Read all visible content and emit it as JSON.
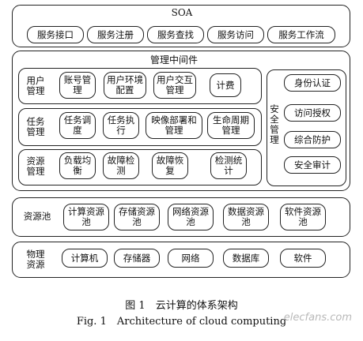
{
  "soa": {
    "title": "SOA",
    "items": [
      "服务接口",
      "服务注册",
      "服务查找",
      "服务访问",
      "服务工作流"
    ]
  },
  "mgmt": {
    "title": "管理中间件",
    "user": {
      "label": "用户管理",
      "items": [
        "账号管理",
        "用户环境配置",
        "用户交互管理",
        "计费"
      ]
    },
    "task": {
      "label": "任务管理",
      "items": [
        "任务调度",
        "任务执行",
        "映像部署和管理",
        "生命周期管理"
      ]
    },
    "resource": {
      "label": "资源管理",
      "items": [
        "负载均衡",
        "故障检测",
        "故障恢复",
        "检测统计"
      ]
    },
    "security": {
      "label": "安全管理",
      "items": [
        "身份认证",
        "访问授权",
        "综合防护",
        "安全审计"
      ]
    }
  },
  "pool": {
    "label": "资源池",
    "items": [
      "计算资源池",
      "存储资源池",
      "网络资源池",
      "数据资源池",
      "软件资源池"
    ]
  },
  "physical": {
    "label": "物理资源",
    "items": [
      "计算机",
      "存储器",
      "网络",
      "数据库",
      "软件"
    ]
  },
  "caption": {
    "zh": "图 1　云计算的体系架构",
    "en": "Fig. 1　Architecture of cloud computing"
  },
  "watermark": "elecfans.com"
}
